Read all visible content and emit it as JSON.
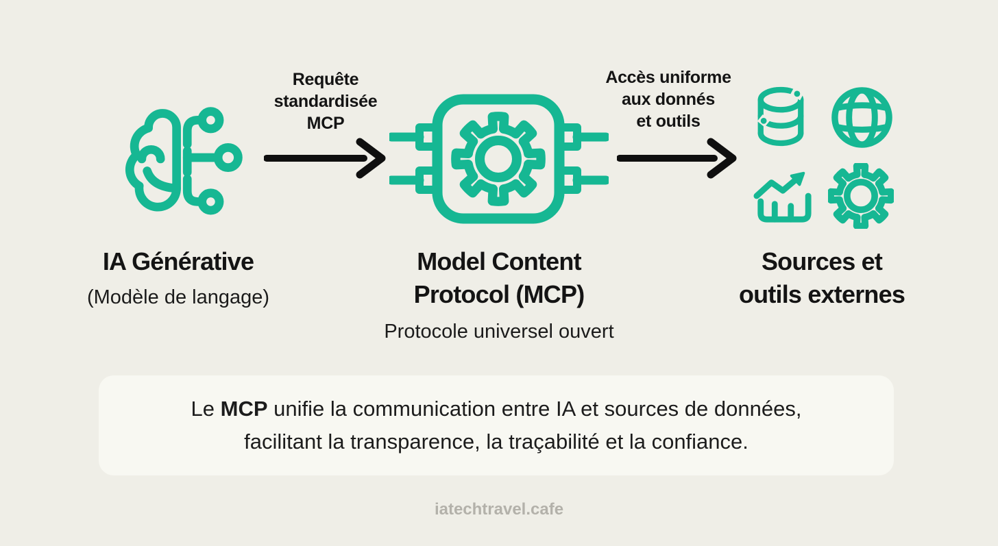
{
  "palette": {
    "background": "#efeee7",
    "accent_green": "#16b793",
    "text_black": "#141414",
    "summary_box_bg": "#f8f8f2",
    "footer_gray": "#b3b1aa",
    "arrow_black": "#0f0f0f"
  },
  "flow": {
    "left": {
      "icon": "brain-circuit-icon",
      "title": "IA Générative",
      "subtitle": "(Modèle de langage)"
    },
    "arrow1": {
      "line1": "Requête",
      "line2": "standardisée",
      "line3": "MCP"
    },
    "center": {
      "icon": "chip-gear-icon",
      "title_line1": "Model Content",
      "title_line2": "Protocol (MCP)",
      "subtitle": "Protocole universel ouvert"
    },
    "arrow2": {
      "line1": "Accès uniforme",
      "line2": "aux donnés",
      "line3": "et outils"
    },
    "right": {
      "icons": [
        "database-icon",
        "globe-icon",
        "chart-up-icon",
        "gear-icon"
      ],
      "title_line1": "Sources et",
      "title_line2": "outils externes"
    }
  },
  "summary": {
    "lead": "Le",
    "highlight": "MCP",
    "line1_rest": "unifie la communication entre IA et sources de données,",
    "line2": "facilitant la transparence, la traçabilité et la confiance."
  },
  "footer": {
    "site": "iatechtravel.cafe"
  }
}
